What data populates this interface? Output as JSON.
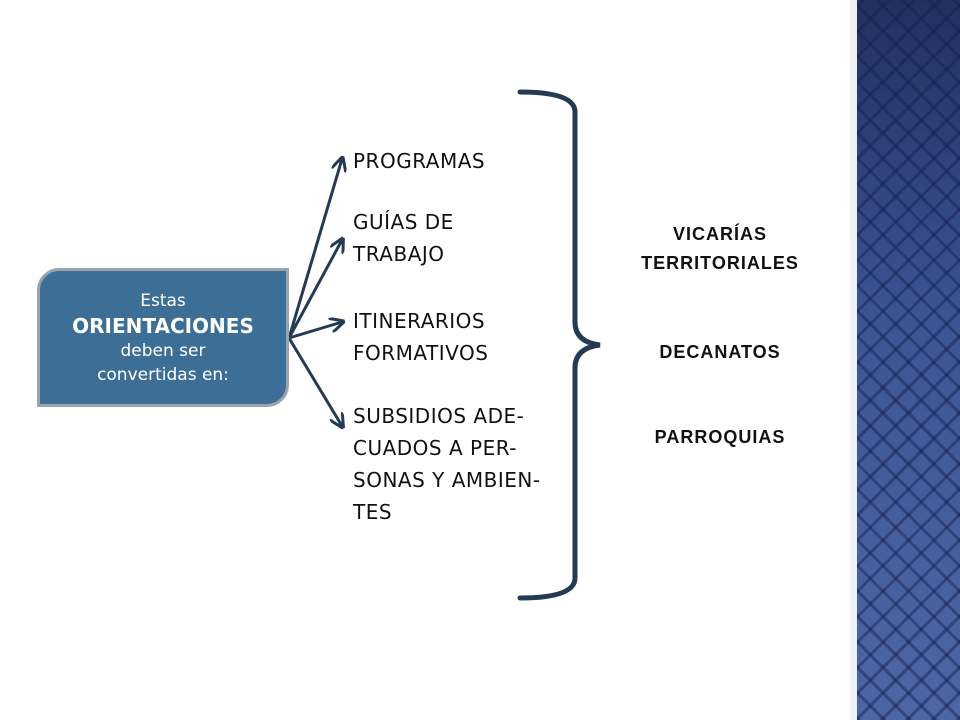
{
  "source": {
    "line1": "Estas",
    "line2": "ORIENTACIONES",
    "line3": "deben ser",
    "line4": "convertidas en:"
  },
  "items": [
    {
      "label": "PROGRAMAS"
    },
    {
      "label": "GUÍAS DE TRABAJO"
    },
    {
      "label": "ITINERARIOS FORMATIVOS"
    },
    {
      "label": "SUBSIDIOS ADE-CUADOS A PER-SONAS Y AMBIEN-TES"
    }
  ],
  "targets": [
    {
      "label": "VICARÍAS TERRITORIALES"
    },
    {
      "label": "DECANATOS"
    },
    {
      "label": "PARROQUIAS"
    }
  ],
  "colors": {
    "box_fill": "#3d6e96",
    "box_border": "#9aa4ae",
    "connector": "#243a55",
    "sidebar": "#4a5f9c"
  }
}
